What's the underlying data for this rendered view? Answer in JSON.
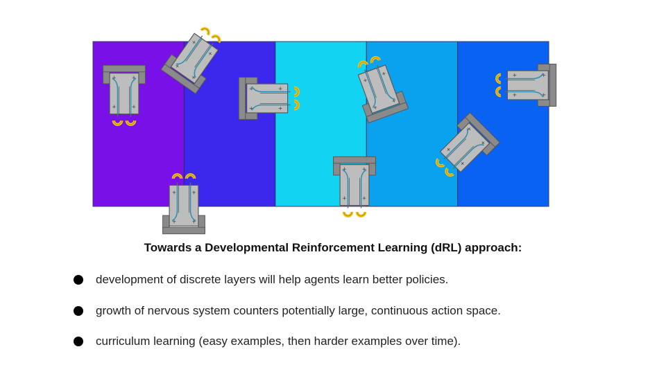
{
  "figure": {
    "bands": [
      {
        "name": "layer-1",
        "color": "#7a10e8"
      },
      {
        "name": "layer-2",
        "color": "#3c28ec"
      },
      {
        "name": "layer-3",
        "color": "#12d4f2"
      },
      {
        "name": "layer-4",
        "color": "#0aa2ee"
      },
      {
        "name": "layer-5",
        "color": "#0a62f2"
      }
    ],
    "robot_body_color": "#bdbdbd",
    "robot_wheel_color": "#8a8a8a",
    "robot_wire_color": "#2a8fb0",
    "robot_sensor_color": "#f2c418"
  },
  "heading": "Towards a Developmental Reinforcement Learning (dRL) approach:",
  "bullets": [
    "development of discrete layers will help agents learn better policies.",
    "growth of nervous system counters potentially large, continuous action space.",
    "curriculum learning (easy examples, then harder examples over time)."
  ]
}
